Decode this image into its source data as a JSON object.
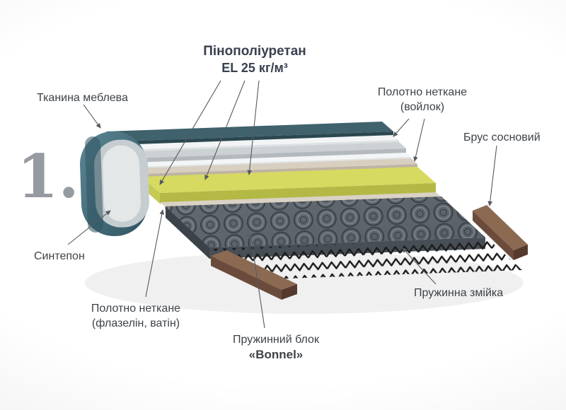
{
  "figure": {
    "number": "1."
  },
  "callouts": {
    "foam": {
      "line1": "Пінополіуретан",
      "line2": "EL 25 кг/м³"
    },
    "fabric": {
      "label": "Тканина меблева"
    },
    "felt": {
      "line1": "Полотно неткане",
      "line2": "(войлок)"
    },
    "pine_bar": {
      "label": "Брус сосновий"
    },
    "sintepon": {
      "label": "Синтепон"
    },
    "nonwoven": {
      "line1": "Полотно неткане",
      "line2": "(флазелін, ватін)"
    },
    "spring_block": {
      "line1": "Пружинний блок",
      "line2": "«Bonnel»"
    },
    "snake_spring": {
      "label": "Пружинна змійка"
    }
  },
  "colors": {
    "fabric_teal": "#3f626d",
    "foam_yellow": "#d6da60",
    "spring_block_gray": "#5f666d",
    "wood_brown": "#8c6a52",
    "wire_black": "#1d1d1d",
    "label_text": "#3d4248"
  }
}
